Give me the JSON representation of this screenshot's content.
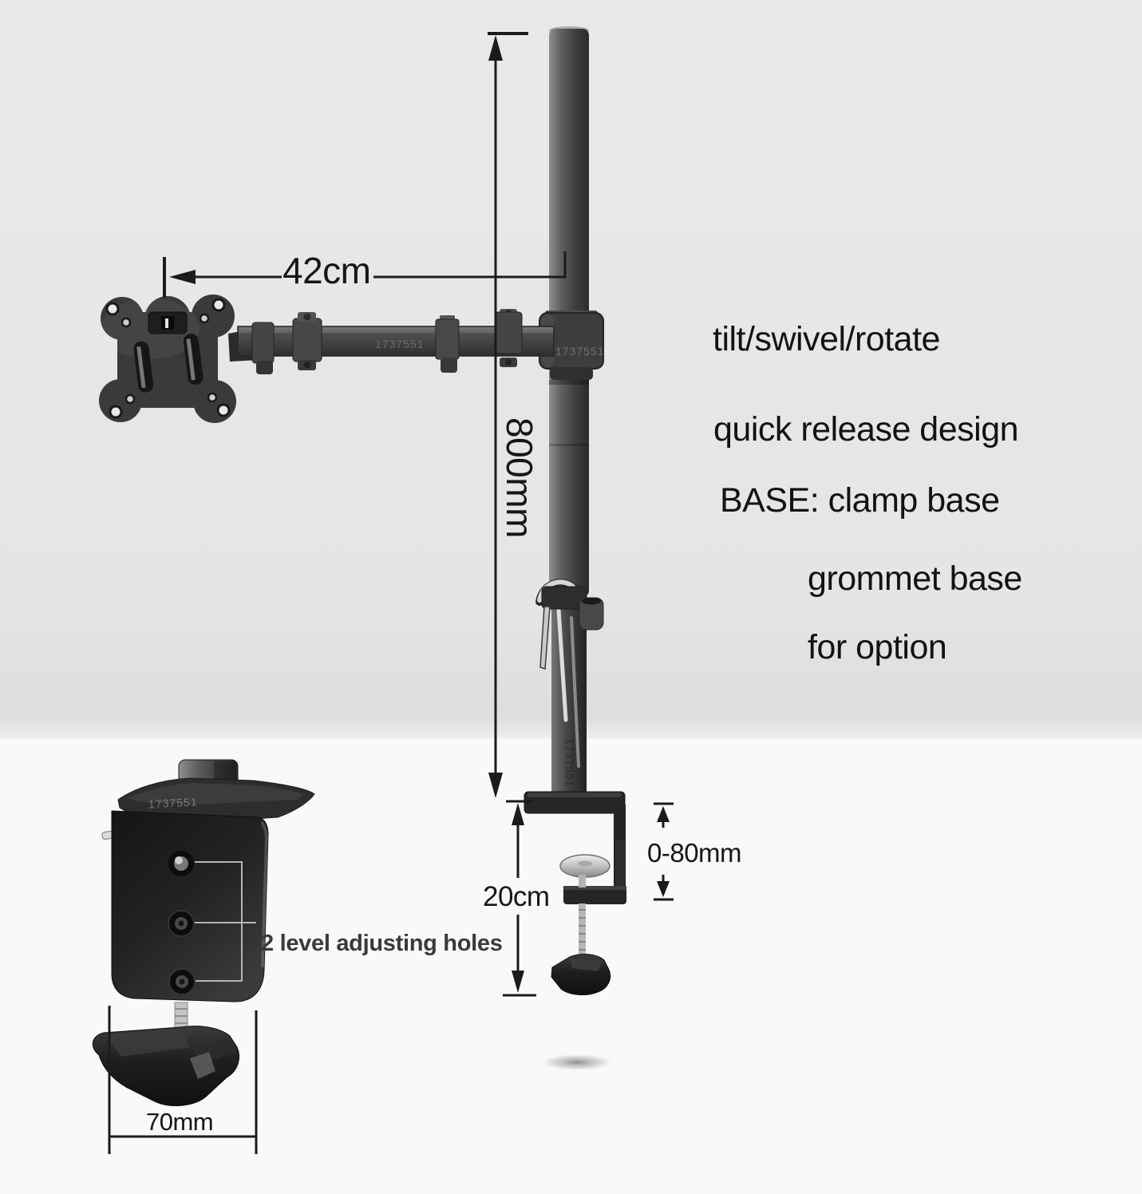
{
  "background": {
    "top": "#e6e6e6",
    "bottom": "#f9f9f9"
  },
  "colors": {
    "ink": "#1b1b1b",
    "metal_dark": "#262626",
    "metal_mid": "#454545",
    "metal_light": "#c9c9c9"
  },
  "dimensions": {
    "arm_length": "42cm",
    "pole_height": "800mm",
    "clamp_height": "20cm",
    "desk_thickness_range": "0-80mm",
    "clamp_width": "70mm"
  },
  "callouts": {
    "adjusting_holes": "2 level adjusting holes"
  },
  "features": [
    "tilt/swivel/rotate",
    "quick release design",
    "BASE: clamp base",
    "grommet base",
    "for option"
  ],
  "watermark": {
    "text": "1737551"
  }
}
